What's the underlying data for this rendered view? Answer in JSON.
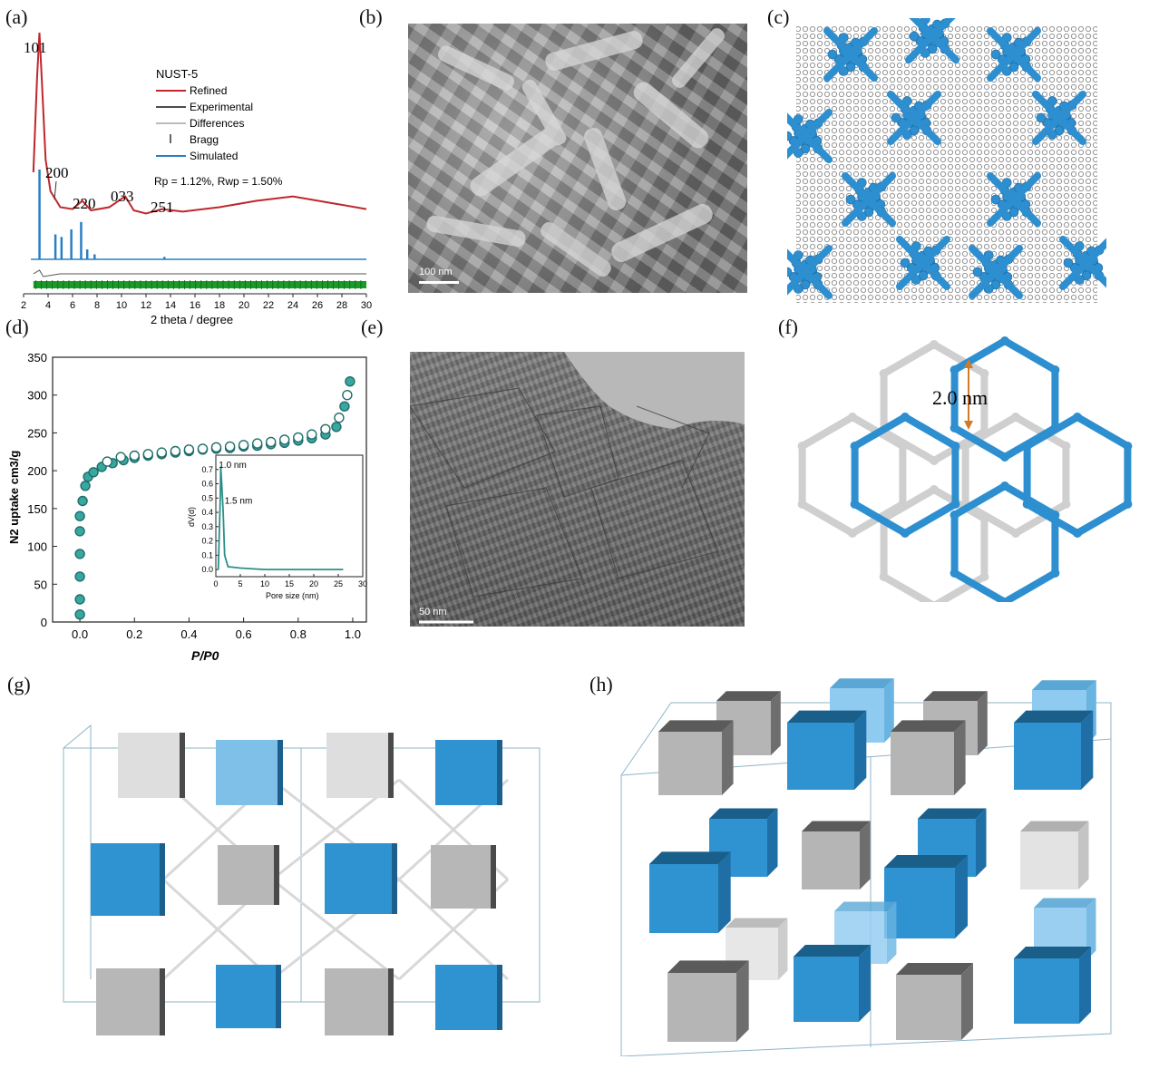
{
  "panels": {
    "a": "(a)",
    "b": "(b)",
    "c": "(c)",
    "d": "(d)",
    "e": "(e)",
    "f": "(f)",
    "g": "(g)",
    "h": "(h)"
  },
  "chart_a": {
    "peak_labels": [
      "101",
      "200",
      "220",
      "033",
      "251"
    ],
    "legend_title": "NUST-5",
    "legend": [
      "Refined",
      "Experimental",
      "Differences",
      "Bragg",
      "Simulated"
    ],
    "stats": "Rp = 1.12%, Rwp = 1.50%",
    "xlabel": "2 theta / degree",
    "colors": {
      "refined": "#c0262c",
      "simulated": "#2a7fc4",
      "bragg": "#1a9a2a"
    }
  },
  "chart_data": [
    {
      "type": "line",
      "xlabel": "2 theta / degree",
      "xlim": [
        2,
        30
      ],
      "xticks": [
        2,
        4,
        6,
        8,
        10,
        12,
        14,
        16,
        18,
        20,
        22,
        24,
        26,
        28,
        30
      ],
      "series": [
        {
          "name": "Refined",
          "x": [
            2.8,
            3.1,
            3.3,
            3.5,
            3.8,
            4.2,
            5.0,
            6.0,
            6.8,
            7.5,
            9.0,
            10.3,
            11.0,
            12.0,
            13.3,
            15,
            18,
            21,
            24,
            27,
            30
          ],
          "y": [
            1.0,
            2.5,
            3.2,
            2.4,
            1.2,
            0.7,
            0.45,
            0.42,
            0.55,
            0.4,
            0.45,
            0.62,
            0.4,
            0.35,
            0.42,
            0.38,
            0.45,
            0.55,
            0.62,
            0.52,
            0.42
          ]
        },
        {
          "name": "Simulated",
          "x": [
            3.3,
            4.6,
            5.1,
            5.9,
            6.7,
            7.2,
            7.8,
            13.5
          ],
          "y": [
            1.8,
            0.5,
            0.45,
            0.6,
            0.75,
            0.2,
            0.1,
            0.05
          ]
        }
      ]
    },
    {
      "type": "scatter",
      "xlabel": "P/P0",
      "ylabel": "N2 uptake cm3/g",
      "xlim": [
        -0.1,
        1.05
      ],
      "ylim": [
        0,
        350
      ],
      "xticks": [
        "0.0",
        "0.2",
        "0.4",
        "0.6",
        "0.8",
        "1.0"
      ],
      "yticks": [
        "0",
        "50",
        "100",
        "150",
        "200",
        "250",
        "300",
        "350"
      ],
      "series": [
        {
          "name": "adsorption",
          "x": [
            0.0,
            0.0,
            0.0,
            0.0,
            0.0,
            0.0,
            0.01,
            0.02,
            0.03,
            0.05,
            0.08,
            0.12,
            0.16,
            0.2,
            0.25,
            0.3,
            0.35,
            0.4,
            0.45,
            0.5,
            0.55,
            0.6,
            0.65,
            0.7,
            0.75,
            0.8,
            0.85,
            0.9,
            0.94,
            0.97,
            0.99
          ],
          "y": [
            10,
            30,
            60,
            90,
            120,
            140,
            160,
            180,
            192,
            198,
            205,
            210,
            214,
            217,
            220,
            222,
            224,
            226,
            228,
            229,
            230,
            232,
            233,
            235,
            237,
            240,
            243,
            248,
            258,
            285,
            318
          ]
        },
        {
          "name": "desorption",
          "x": [
            0.98,
            0.95,
            0.9,
            0.85,
            0.8,
            0.75,
            0.7,
            0.65,
            0.6,
            0.55,
            0.5,
            0.45,
            0.4,
            0.35,
            0.3,
            0.25,
            0.2,
            0.15,
            0.1
          ],
          "y": [
            300,
            270,
            255,
            248,
            244,
            241,
            238,
            236,
            234,
            232,
            231,
            229,
            228,
            226,
            224,
            222,
            220,
            218,
            212
          ]
        }
      ]
    },
    {
      "type": "line",
      "xlabel": "Pore size (nm)",
      "ylabel": "dV(d)",
      "xlim": [
        0,
        30
      ],
      "ylim": [
        -0.05,
        0.8
      ],
      "xticks": [
        "0",
        "5",
        "10",
        "15",
        "20",
        "25",
        "30"
      ],
      "yticks": [
        "0.0",
        "0.1",
        "0.2",
        "0.3",
        "0.4",
        "0.5",
        "0.6",
        "0.7"
      ],
      "annotations": [
        "1.0 nm",
        "1.5 nm"
      ],
      "series": [
        {
          "name": "pore",
          "x": [
            0.5,
            0.9,
            1.0,
            1.2,
            1.5,
            1.8,
            2.5,
            5,
            10,
            20,
            26
          ],
          "y": [
            0.0,
            0.5,
            0.72,
            0.6,
            0.4,
            0.1,
            0.02,
            0.01,
            0.0,
            0.0,
            0.0
          ]
        }
      ]
    }
  ],
  "micrographs": {
    "b_scale": "100 nm",
    "e_scale": "50 nm"
  },
  "panel_f": {
    "dimension": "2.0 nm"
  },
  "colors": {
    "blue": "#2d8fd0",
    "grey": "#b9b9b9"
  }
}
